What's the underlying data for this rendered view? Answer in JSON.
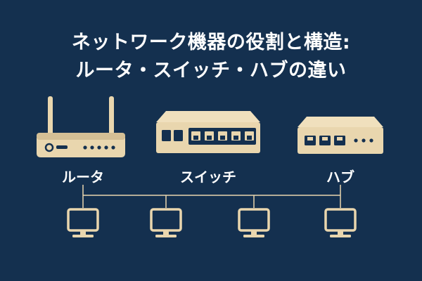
{
  "title": {
    "line1": "ネットワーク機器の役割と構造:",
    "line2": "ルータ・スイッチ・ハブの違い"
  },
  "devices": {
    "router": {
      "label": "ルータ",
      "icon": "router-icon"
    },
    "switch": {
      "label": "スイッチ",
      "icon": "switch-icon"
    },
    "hub": {
      "label": "ハブ",
      "icon": "hub-icon"
    }
  },
  "computers": [
    {
      "icon": "computer-icon"
    },
    {
      "icon": "computer-icon"
    },
    {
      "icon": "computer-icon"
    },
    {
      "icon": "computer-icon"
    }
  ],
  "colors": {
    "background": "#14304f",
    "device": "#e9d6ae",
    "device_dark": "#14304f",
    "line": "#e9d6ae",
    "text": "#ffffff"
  }
}
